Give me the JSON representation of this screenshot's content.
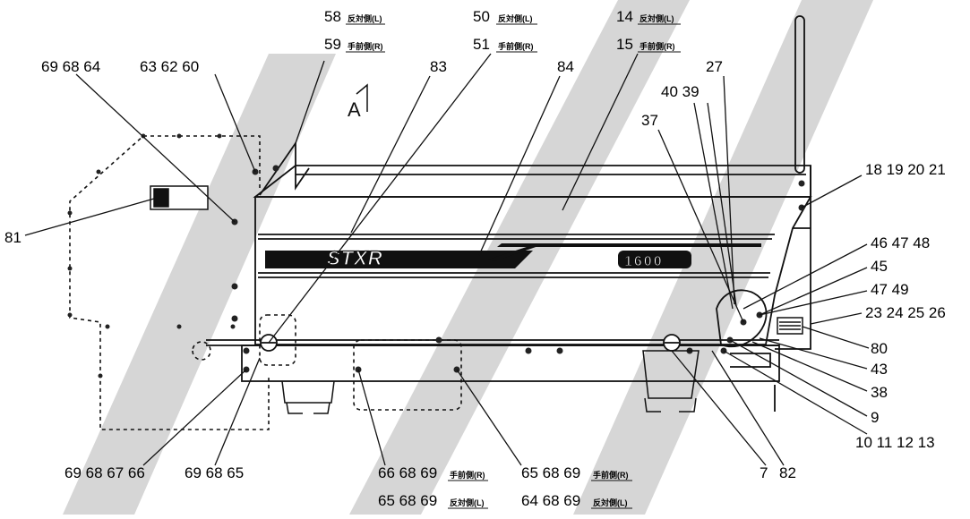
{
  "diagram": {
    "view_marker": "A",
    "brand_decal": "STXR",
    "model_decal": "1600",
    "label_left": "反対側(L)",
    "label_right": "手前側(R)",
    "colors": {
      "ink": "#111111",
      "watermark": "#d4d4d4",
      "background": "#ffffff"
    },
    "callouts": [
      {
        "id": "c-58",
        "text": "58"
      },
      {
        "id": "c-59",
        "text": "59"
      },
      {
        "id": "c-50",
        "text": "50"
      },
      {
        "id": "c-51",
        "text": "51"
      },
      {
        "id": "c-14",
        "text": "14"
      },
      {
        "id": "c-15",
        "text": "15"
      },
      {
        "id": "c-696864",
        "text": "69 68 64"
      },
      {
        "id": "c-636260",
        "text": "63 62 60"
      },
      {
        "id": "c-83",
        "text": "83"
      },
      {
        "id": "c-84",
        "text": "84"
      },
      {
        "id": "c-27",
        "text": "27"
      },
      {
        "id": "c-4039",
        "text": "40 39"
      },
      {
        "id": "c-37",
        "text": "37"
      },
      {
        "id": "c-18192021",
        "text": "18  19  20  21"
      },
      {
        "id": "c-81",
        "text": "81"
      },
      {
        "id": "c-464748",
        "text": "46 47 48"
      },
      {
        "id": "c-45",
        "text": "45"
      },
      {
        "id": "c-4749",
        "text": "47 49"
      },
      {
        "id": "c-23242526",
        "text": "23 24 25 26"
      },
      {
        "id": "c-80",
        "text": "80"
      },
      {
        "id": "c-43",
        "text": "43"
      },
      {
        "id": "c-38",
        "text": "38"
      },
      {
        "id": "c-9",
        "text": "9"
      },
      {
        "id": "c-10111213",
        "text": "10  11  12  13"
      },
      {
        "id": "c-69686766",
        "text": "69 68 67 66"
      },
      {
        "id": "c-696865",
        "text": "69 68 65"
      },
      {
        "id": "c-666869",
        "text": "66 68 69"
      },
      {
        "id": "c-656869a",
        "text": "65 68 69"
      },
      {
        "id": "c-656869b",
        "text": "65 68 69"
      },
      {
        "id": "c-646869",
        "text": "64 68 69"
      },
      {
        "id": "c-7",
        "text": "7"
      },
      {
        "id": "c-82",
        "text": "82"
      }
    ]
  }
}
